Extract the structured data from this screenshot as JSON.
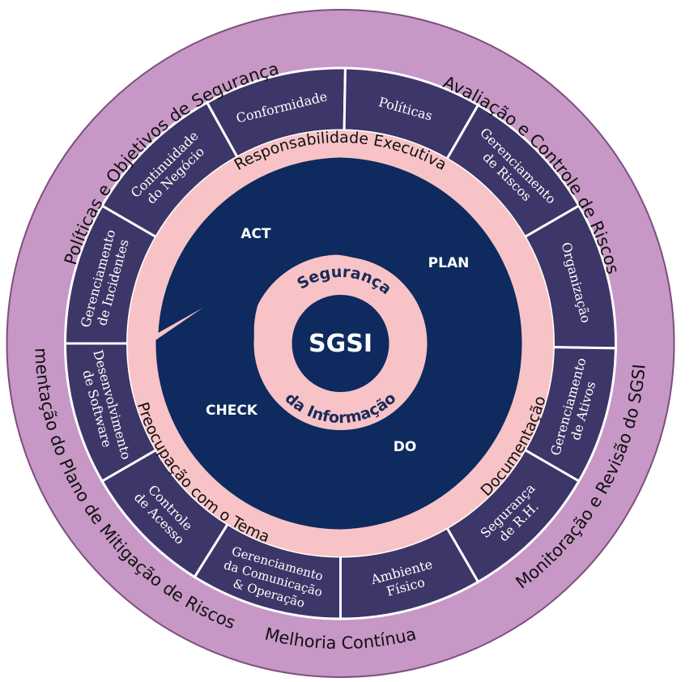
{
  "colors": {
    "outer_ring": "#c797c6",
    "outer_stroke": "#7d4f7d",
    "sector_fill": "#3d3668",
    "sector_stroke": "#ffffff",
    "pink_ring": "#f7c3c6",
    "pdca_fill": "#0e2a5e",
    "center_text": "#1a2a5a",
    "white": "#ffffff",
    "dark_text": "#111111"
  },
  "outer_labels": {
    "politicas_objetivos": "Políticas e Objetivos de Segurança",
    "avaliacao": "Avaliação e Controle de Riscos",
    "implementacao": "Implementação do Plano de Mitigação de Riscos",
    "melhoria": "Melhoria Contínua",
    "monitoracao": "Monitoração e Revisão do SGSI"
  },
  "sectors": [
    {
      "lines": [
        "Conformidade"
      ]
    },
    {
      "lines": [
        "Políticas"
      ]
    },
    {
      "lines": [
        "Gerenciamento",
        "de Riscos"
      ]
    },
    {
      "lines": [
        "Organização"
      ]
    },
    {
      "lines": [
        "Gerenciamento",
        "de Ativos"
      ]
    },
    {
      "lines": [
        "Segurança",
        "de R.H."
      ]
    },
    {
      "lines": [
        "Ambiente",
        "Físico"
      ]
    },
    {
      "lines": [
        "Gerenciamento",
        "da Comunicação",
        "& Operação"
      ]
    },
    {
      "lines": [
        "Controle",
        "de Acesso"
      ]
    },
    {
      "lines": [
        "Desenvolvimento",
        "de Software"
      ]
    },
    {
      "lines": [
        "Gerenciamento",
        "de Incidentes"
      ]
    },
    {
      "lines": [
        "Continuidade",
        "do Negócio"
      ]
    }
  ],
  "pink_labels": {
    "responsabilidade": "Responsabilidade Executiva",
    "preocupacao": "Preocupação com o Tema",
    "documentacao": "Documentação"
  },
  "pdca": {
    "act": "ACT",
    "plan": "PLAN",
    "do": "DO",
    "check": "CHECK"
  },
  "center": {
    "title": "SGSI",
    "top_arc": "Segurança",
    "bottom_arc": "da Informação"
  }
}
